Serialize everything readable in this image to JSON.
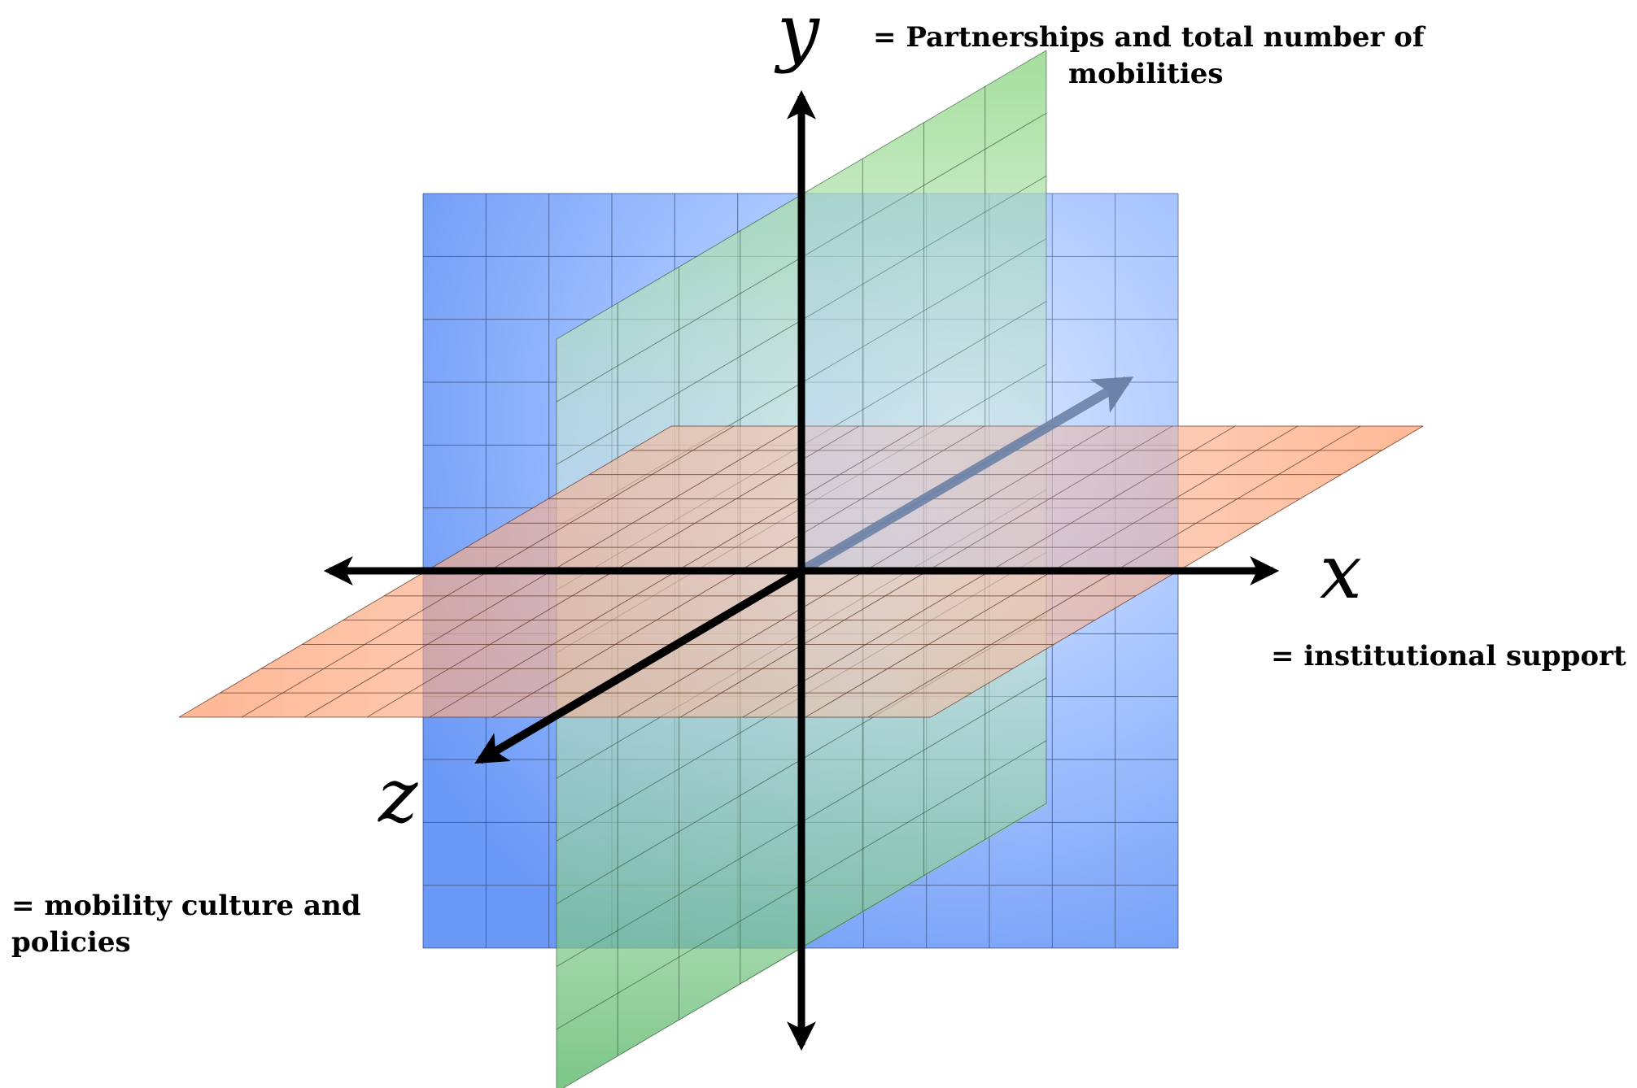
{
  "axes": {
    "y": {
      "letter": "y",
      "meaning": "= Partnerships and total number of mobilities",
      "line1": "= Partnerships and total number of",
      "line2": "mobilities"
    },
    "x": {
      "letter": "x",
      "meaning": "= institutional support"
    },
    "z": {
      "letter": "z",
      "line1": "= mobility culture and",
      "line2": "policies"
    }
  },
  "colors": {
    "blue_plane": "#6f9ff7",
    "blue_plane_light": "#c9dcff",
    "green_plane": "#7fcf7a",
    "orange_plane": "#ffa77a",
    "axis": "#000000",
    "diagonal_arrow": "#6c82a6"
  }
}
